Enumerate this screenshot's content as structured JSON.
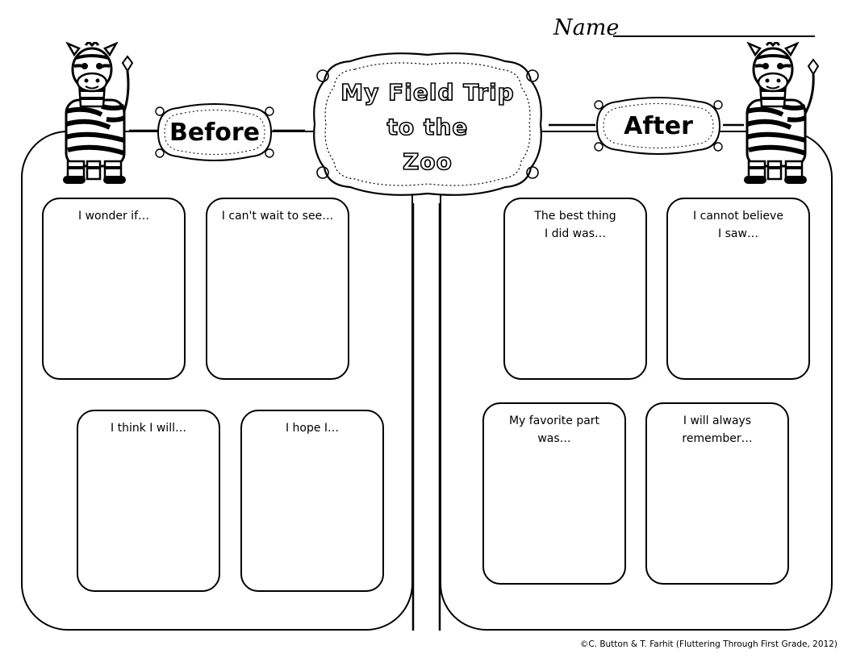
{
  "header": {
    "name_label": "Name"
  },
  "title": "My Field Trip\nto the\nZoo",
  "before": {
    "label": "Before",
    "prompts": [
      "I wonder if…",
      "I can't wait to see…",
      "I think I will…",
      "I hope I…"
    ]
  },
  "after": {
    "label": "After",
    "prompts": [
      "The best thing\nI did was…",
      "I cannot believe\nI saw…",
      "My favorite part\nwas…",
      "I will always\nremember…"
    ]
  },
  "footer": {
    "credit": "©C. Button & T. Farhit (Fluttering Through First Grade, 2012)"
  },
  "icons": {
    "left": "zebra-icon",
    "right": "zebra-icon"
  }
}
